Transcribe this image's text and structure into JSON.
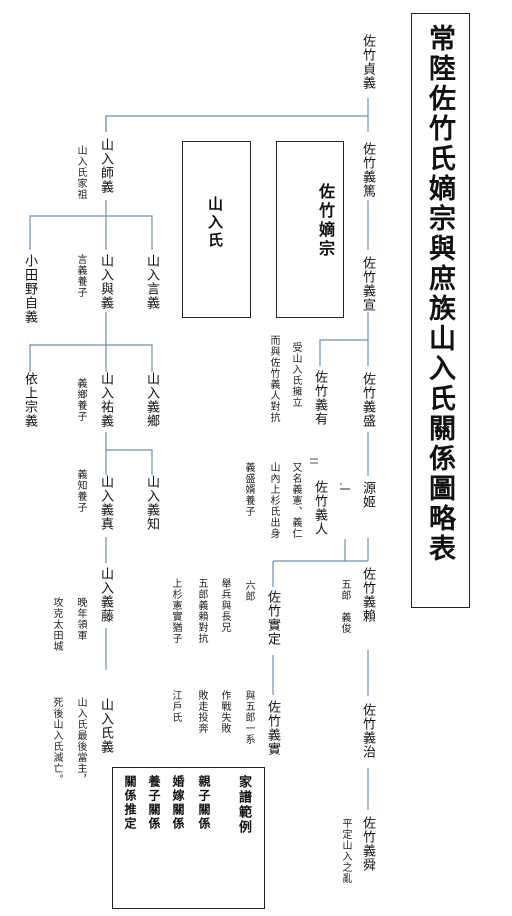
{
  "title": "常陸佐竹氏嫡宗與庶族山入氏關係圖略表",
  "clans": {
    "yamairi": "山入氏",
    "satake": "佐竹嫡宗"
  },
  "marks": {
    "equal": "="
  },
  "persons": {
    "sadayoshi": "佐竹貞義",
    "yoshiatsu": "佐竹義篤",
    "yoshinobu": "佐竹義宣",
    "yoshimori": "佐竹義盛",
    "minamotohime": "源姬",
    "yoshitomo": "佐竹義有",
    "yoshihito": "佐竹義人",
    "yoshiyori": "佐竹義賴",
    "yoshiharu": "佐竹義治",
    "yoshishun": "佐竹義舜",
    "sanesada": "佐竹實定",
    "yoshizane": "佐竹義實",
    "moroyoshi": "山入師義",
    "yoyoshi": "山入與義",
    "kotoyoshi": "山入言義",
    "odano": "小田野自義",
    "sukeyoshi": "山入祐義",
    "yoshisato": "山入義鄉",
    "yorikami": "依上宗義",
    "yoshimasa": "山入義真",
    "yoshitomo2": "山入義知",
    "yoshifuji": "山入義藤",
    "ujiyoshi": "山入氏義"
  },
  "notes": {
    "moroyoshi": "山入氏家祖",
    "kotoyoshi_adopt": "言義養子",
    "yoshisato_adopt": "義鄉養子",
    "yoshitomo_adopt": "義知養子",
    "yoshitomo_a": "受山入氏擁立",
    "yoshitomo_b": "而與佐竹義人對抗",
    "yoshihito_a": "又名義憲、義仁",
    "yoshihito_b": "山內上杉氏出身",
    "yoshihito_c": "義盛婿養子",
    "yoshiyori": "五郎　義俊",
    "sanesada_a": "六郎",
    "sanesada_b": "舉兵與長兄",
    "sanesada_c": "五郎義賴對抗",
    "sanesada_d": "上杉憲實猶子",
    "yoshizane_a": "與五郎一系",
    "yoshizane_b": "作戰失敗",
    "yoshizane_c": "敗走投奔",
    "yoshizane_d": "江戶氏",
    "yoshifuji_a": "晚年領軍",
    "yoshifuji_b": "攻克太田城",
    "ujiyoshi_a": "山入氏最後當主，",
    "ujiyoshi_b": "死後山入氏滅亡。",
    "yoshishun": "平定山入之亂"
  },
  "legend": {
    "title": "家譜範例",
    "row1": "親子關係",
    "row2": "婚嫁關係",
    "row2_symbol": "=",
    "row3": "養子關係",
    "row4": "關係推定",
    "row4_symbol": "┆"
  }
}
